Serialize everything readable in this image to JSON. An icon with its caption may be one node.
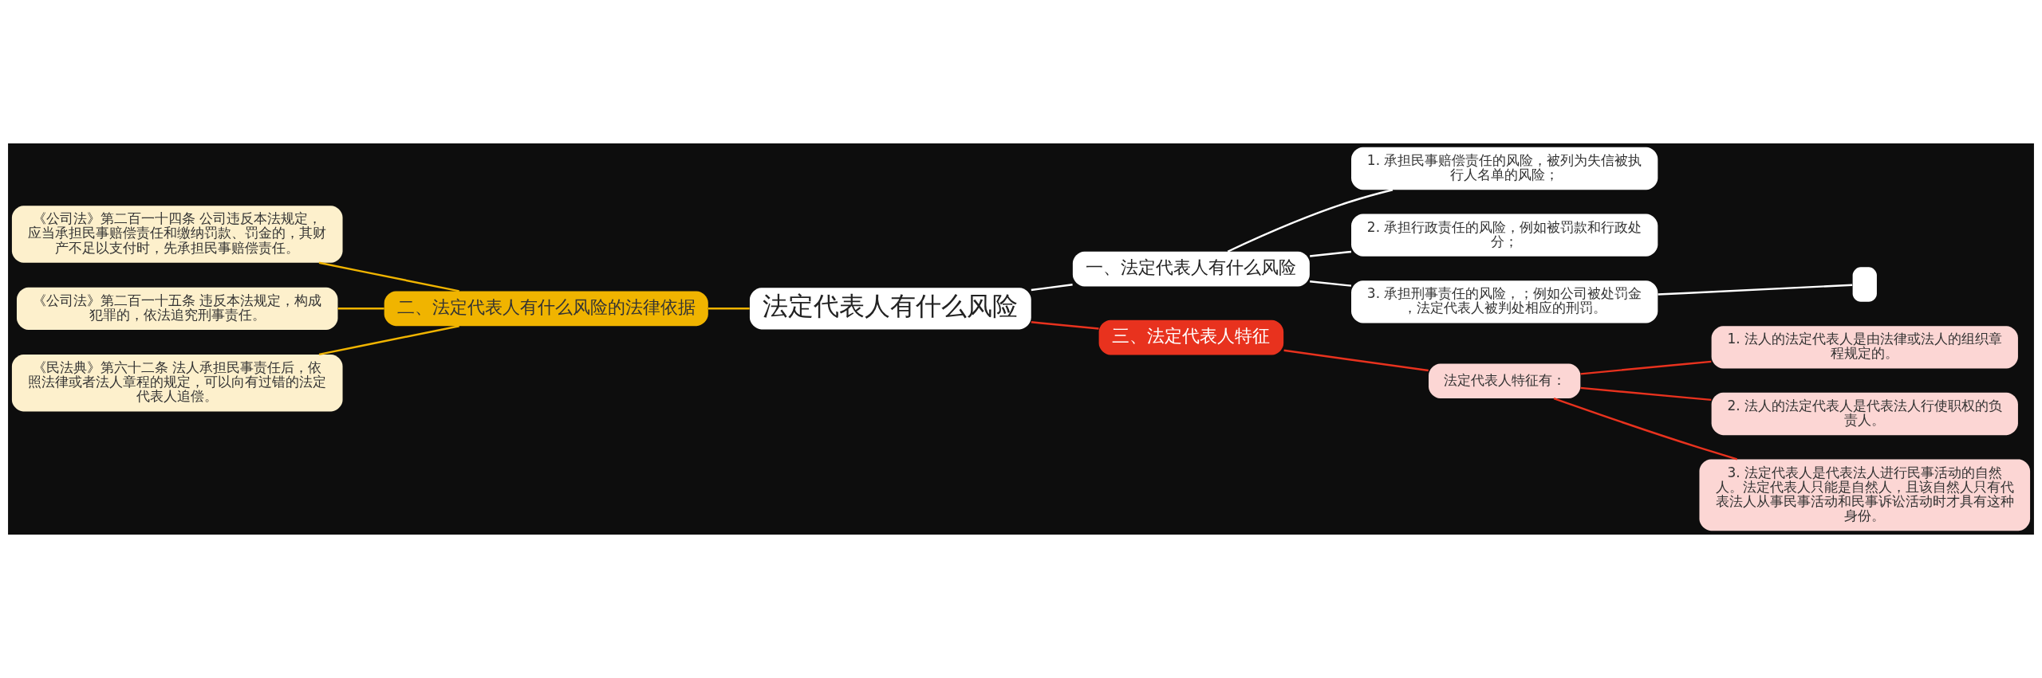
{
  "diagram": {
    "nodes": [
      {
        "text": [
          "法定代表人有什么风险"
        ]
      },
      {
        "text": [
          "一、法定代表人有什么风险"
        ]
      },
      {
        "text": [
          "1. 承担民事赔偿责任的风险，被列为失信被执行人名单的风险；"
        ]
      },
      {
        "text": [
          "2. 承担行政责任的风险，例如被罚款和行政处分；"
        ]
      },
      {
        "text": [
          "3. 承担刑事责任的风险，；例如公司被处罚金，法定代表人被判处相应的刑罚。"
        ]
      },
      {
        "text": [],
        "shape": "box"
      },
      {
        "text": [
          "二、法定代表人有什么风险的法律依据"
        ]
      },
      {
        "text": [
          "《公司法》第二百一十四条 公司违反本法规定，应当承担民事赔偿责任和缴纳罚款、罚金的，其财产不足以支付时，先承担民事赔偿责任。"
        ]
      },
      {
        "text": [
          "《公司法》第二百一十五条 违反本法规定，构成犯罪的，依法追究刑事责任。"
        ]
      },
      {
        "text": [
          "《民法典》第六十二条 法人承担民事责任后，依照法律或者法人章程的规定，可以向有过错的法定代表人追偿。"
        ]
      },
      {
        "text": [
          "三、法定代表人特征"
        ]
      },
      {
        "text": [
          "法定代表人特征有："
        ]
      },
      {
        "text": [
          "1. 法人的法定代表人是由法律或法人的组织章程规定的。"
        ]
      },
      {
        "text": [
          "2. 法人的法定代表人是代表法人行使职权的负责人。"
        ]
      },
      {
        "text": [
          "3. 法定代表人是代表法人进行民事活动的自然人。法定代表人只能是自然人，且该自然人只有代表法人从事民事活动和民事诉讼活动时才具有这种身份。"
        ]
      }
    ],
    "edges": [
      {
        "from": 0,
        "to": 1,
        "arrow": "none",
        "color": "#ffffff"
      },
      {
        "from": 1,
        "to": 2,
        "arrow": "none",
        "color": "#ffffff"
      },
      {
        "from": 1,
        "to": 3,
        "arrow": "none",
        "color": "#ffffff"
      },
      {
        "from": 1,
        "to": 4,
        "arrow": "none",
        "color": "#ffffff"
      },
      {
        "from": 4,
        "to": 5,
        "arrow": "none",
        "color": "#ffffff"
      },
      {
        "from": 0,
        "to": 6,
        "arrow": "none",
        "color": "#f0b400"
      },
      {
        "from": 6,
        "to": 7,
        "arrow": "none",
        "color": "#f0b400"
      },
      {
        "from": 6,
        "to": 8,
        "arrow": "none",
        "color": "#f0b400"
      },
      {
        "from": 6,
        "to": 9,
        "arrow": "none",
        "color": "#f0b400"
      },
      {
        "from": 0,
        "to": 10,
        "arrow": "none",
        "color": "#e8321e"
      },
      {
        "from": 10,
        "to": 11,
        "arrow": "none",
        "color": "#e8321e"
      },
      {
        "from": 11,
        "to": 12,
        "arrow": "none",
        "color": "#e8321e"
      },
      {
        "from": 11,
        "to": 13,
        "arrow": "none",
        "color": "#e8321e"
      },
      {
        "from": 11,
        "to": 14,
        "arrow": "none",
        "color": "#e8321e"
      }
    ]
  }
}
